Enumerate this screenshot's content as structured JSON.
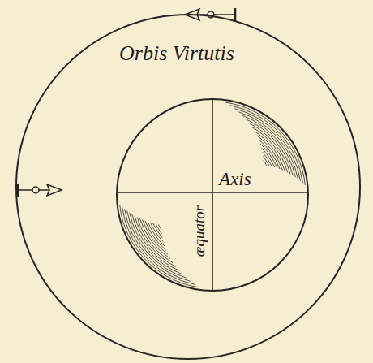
{
  "diagram": {
    "nodes": [
      {
        "text": [
          "Orbis Virtutis"
        ]
      },
      {
        "text": [
          "Axis",
          "æquator"
        ],
        "in": 0
      }
    ]
  }
}
